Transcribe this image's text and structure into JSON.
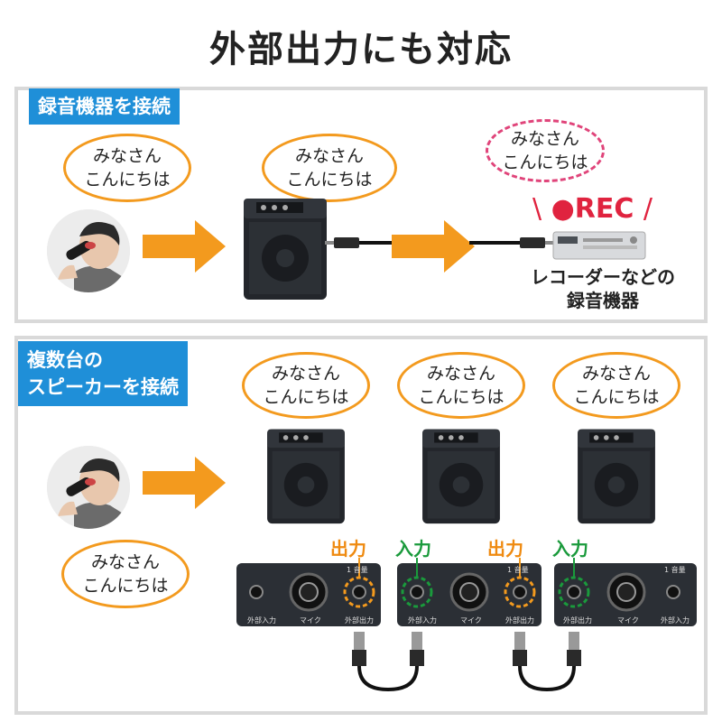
{
  "title": "外部出力にも対応",
  "section1": {
    "label": "録音機器を接続",
    "bubble_person": [
      "みなさん",
      "こんにちは"
    ],
    "bubble_speaker": [
      "みなさん",
      "こんにちは"
    ],
    "bubble_recorder": [
      "みなさん",
      "こんにちは"
    ],
    "rec_left": "\\",
    "rec_text": "●REC",
    "rec_right": "/",
    "recorder_label": [
      "レコーダーなどの",
      "録音機器"
    ]
  },
  "section2": {
    "label": [
      "複数台の",
      "スピーカーを接続"
    ],
    "bubble_speaker1": [
      "みなさん",
      "こんにちは"
    ],
    "bubble_speaker2": [
      "みなさん",
      "こんにちは"
    ],
    "bubble_speaker3": [
      "みなさん",
      "こんにちは"
    ],
    "bubble_person": [
      "みなさん",
      "こんにちは"
    ],
    "jack_labels": [
      "出力",
      "入力",
      "出力",
      "入力"
    ],
    "panel_labels": {
      "ext_in": "外部入力",
      "mic": "マイク",
      "ext_out": "外部出力",
      "volume": "1 音量"
    }
  },
  "colors": {
    "accent_blue": "#1f8fd8",
    "orange": "#f39a1e",
    "green": "#1a9a3c",
    "pink": "#e0447a",
    "red": "#e0233f"
  }
}
